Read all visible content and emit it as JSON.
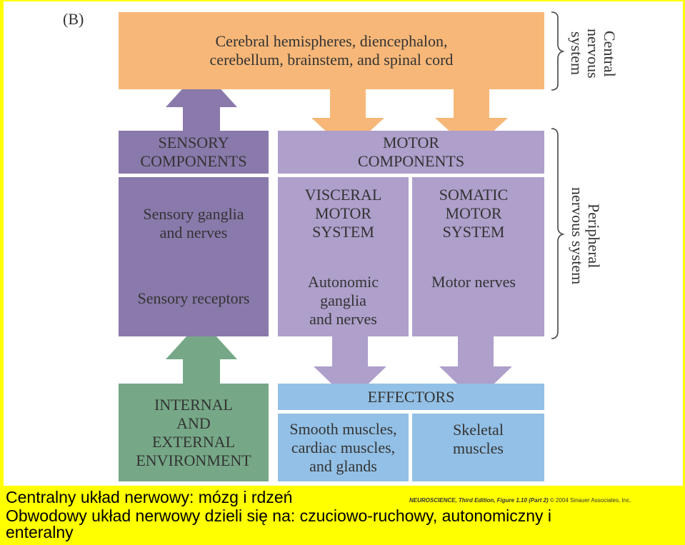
{
  "panel_label": "(B)",
  "cns": {
    "line1": "Cerebral hemispheres, diencephalon,",
    "line2": "cerebellum, brainstem, and spinal cord"
  },
  "sensory": {
    "header1": "SENSORY",
    "header2": "COMPONENTS",
    "ganglia1": "Sensory ganglia",
    "ganglia2": "and nerves",
    "receptors": "Sensory receptors"
  },
  "motor": {
    "header1": "MOTOR",
    "header2": "COMPONENTS",
    "visceral": {
      "l1": "VISCERAL",
      "l2": "MOTOR",
      "l3": "SYSTEM",
      "d1": "Autonomic",
      "d2": "ganglia",
      "d3": "and nerves"
    },
    "somatic": {
      "l1": "SOMATIC",
      "l2": "MOTOR",
      "l3": "SYSTEM",
      "d1": "Motor nerves"
    }
  },
  "environment": {
    "l1": "INTERNAL",
    "l2": "AND",
    "l3": "EXTERNAL",
    "l4": "ENVIRONMENT"
  },
  "effectors": {
    "header": "EFFECTORS",
    "smooth1": "Smooth muscles,",
    "smooth2": "cardiac muscles,",
    "smooth3": "and glands",
    "skeletal1": "Skeletal",
    "skeletal2": "muscles"
  },
  "bracket_cns": {
    "l1": "Central",
    "l2": "nervous",
    "l3": "system"
  },
  "bracket_pns": {
    "l1": "Peripheral",
    "l2": "nervous system"
  },
  "credit": {
    "book": "NEUROSCIENCE, Third Edition, Figure 1.10 (Part 2)",
    "copyright": "© 2004 Sinauer Associates, Inc."
  },
  "captions": {
    "line1": "Centralny układ nerwowy: mózg i rdzeń",
    "line2": "Obwodowy układ nerwowy dzieli się na: czuciowo-ruchowy, autonomiczny i",
    "line3": "enteralny"
  },
  "colors": {
    "background": "#ffff00",
    "cns": "#f7b778",
    "sensory": "#8a79ab",
    "motor": "#ae9fcb",
    "environment": "#76a887",
    "effectors": "#93c0e6"
  }
}
